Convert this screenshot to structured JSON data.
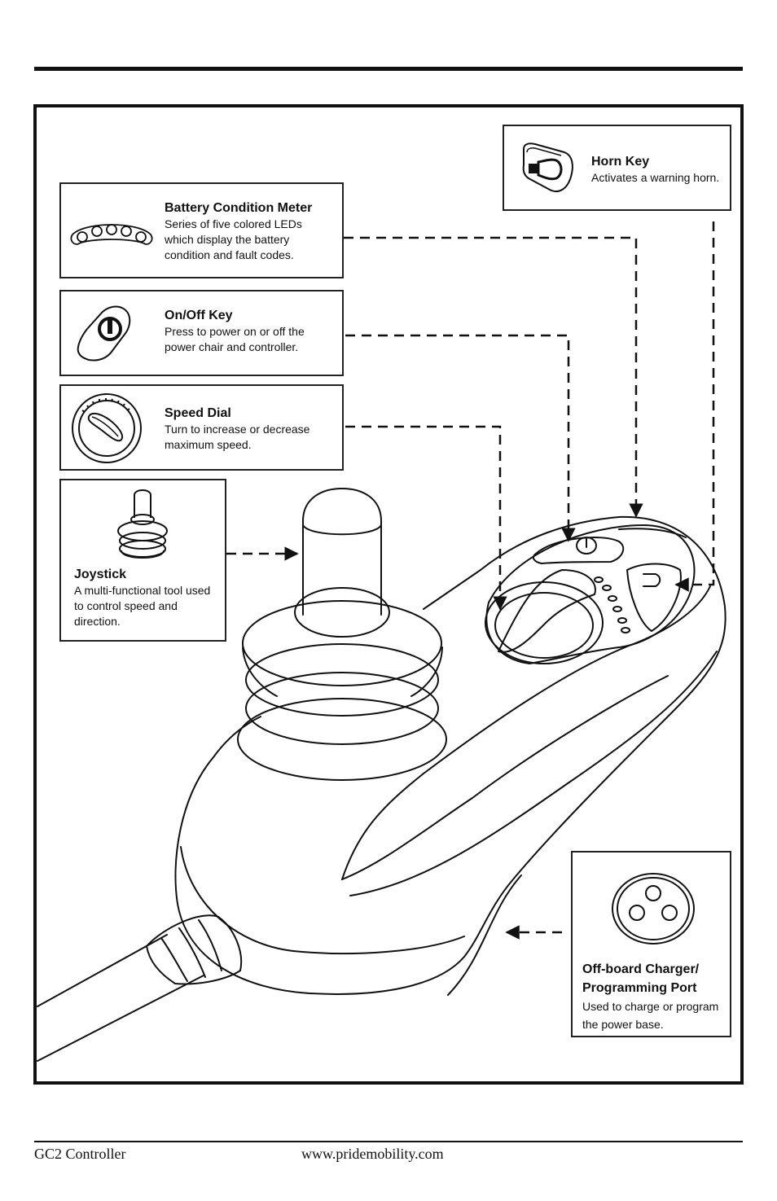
{
  "callouts": {
    "horn": {
      "title": "Horn Key",
      "description": "Activates a warning horn.",
      "icon": "horn-key-icon"
    },
    "battery": {
      "title": "Battery Condition Meter",
      "description_lines": [
        "Series of five colored LEDs",
        "which display the battery",
        "condition and fault codes."
      ],
      "icon": "battery-led-icon"
    },
    "onoff": {
      "title": "On/Off Key",
      "description_lines": [
        "Press to power on or off the",
        "power chair and controller."
      ],
      "icon": "power-key-icon"
    },
    "speed": {
      "title": "Speed Dial",
      "description_lines": [
        "Turn to increase or decrease",
        "maximum speed."
      ],
      "icon": "speed-dial-icon"
    },
    "joystick": {
      "title": "Joystick",
      "description_lines": [
        "A multi-functional tool used",
        "to control speed and",
        "direction."
      ],
      "icon": "joystick-icon"
    },
    "port": {
      "title_lines": [
        "Off-board Charger/",
        "Programming Port"
      ],
      "description_lines": [
        "Used to charge or program",
        "the power base."
      ],
      "icon": "charger-port-icon"
    }
  },
  "footer": {
    "left": "GC2 Controller",
    "center": "www.pridemobility.com"
  }
}
